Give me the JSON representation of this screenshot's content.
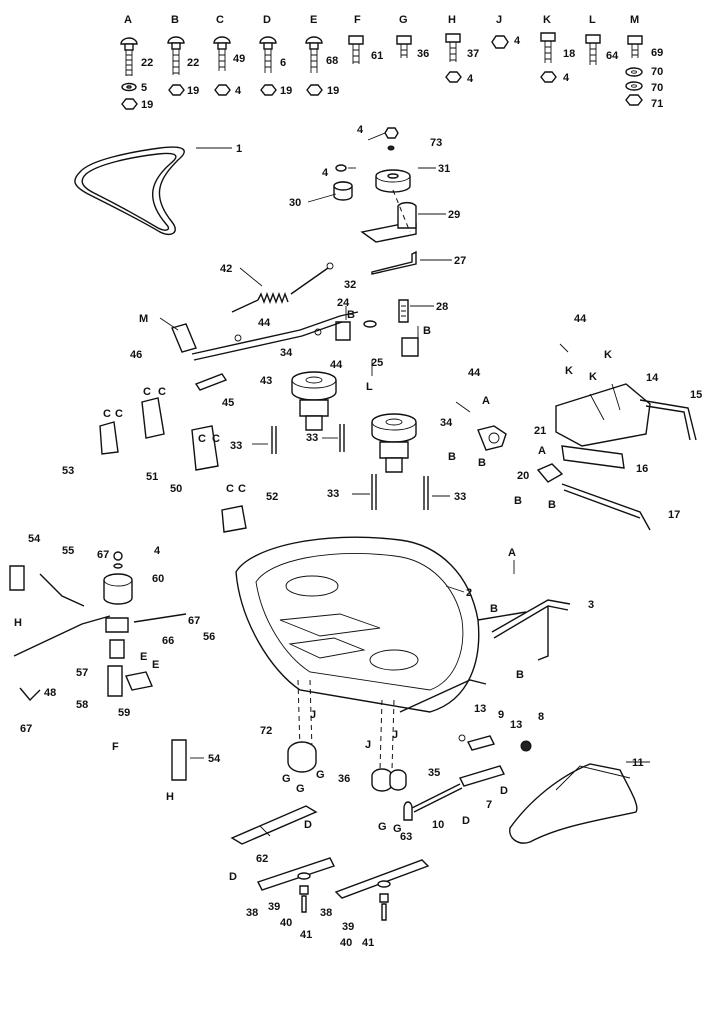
{
  "hardware_headers": [
    "A",
    "B",
    "C",
    "D",
    "E",
    "F",
    "G",
    "H",
    "J",
    "K",
    "L",
    "M"
  ],
  "hardware_numbers": {
    "A": [
      "22",
      "5",
      "19"
    ],
    "B": [
      "22",
      "19"
    ],
    "C": [
      "49",
      "4"
    ],
    "D": [
      "6",
      "19"
    ],
    "E": [
      "68",
      "19"
    ],
    "F": [
      "61"
    ],
    "G": [
      "36"
    ],
    "H": [
      "37",
      "4"
    ],
    "J": [
      "4"
    ],
    "K": [
      "18",
      "4"
    ],
    "L": [
      "64"
    ],
    "M": [
      "69",
      "70",
      "70",
      "71"
    ]
  },
  "callouts": {
    "c1": "1",
    "c4a": "4",
    "c73": "73",
    "c4b": "4",
    "c31": "31",
    "c30": "30",
    "c29": "29",
    "c27": "27",
    "c42": "42",
    "c32": "32",
    "c28": "28",
    "c24": "24",
    "cB1": "B",
    "cB2": "B",
    "c25": "25",
    "cL": "L",
    "cM": "M",
    "c44a": "44",
    "c46": "46",
    "c43": "43",
    "c44b": "44",
    "c34a": "34",
    "c45": "45",
    "c44c": "44",
    "cA1": "A",
    "c44d": "44",
    "cK1": "K",
    "cK2": "K",
    "cK3": "K",
    "c14": "14",
    "c15": "15",
    "c34b": "34",
    "c21": "21",
    "cB3": "B",
    "cB4": "B",
    "c53": "53",
    "c51": "51",
    "c50": "50",
    "cC1": "C",
    "cC2": "C",
    "cC3": "C",
    "cC4": "C",
    "cC5": "C",
    "cC6": "C",
    "c33a": "33",
    "c33b": "33",
    "c33c": "33",
    "c33d": "33",
    "c52": "52",
    "cC7": "C",
    "cC8": "C",
    "c20": "20",
    "cA2": "A",
    "c16": "16",
    "cB5": "B",
    "cB6": "B",
    "c17": "17",
    "c54a": "54",
    "c55": "55",
    "c67a": "67",
    "c4c": "4",
    "c60": "60",
    "c67b": "67",
    "c66": "66",
    "c56": "56",
    "cH1": "H",
    "c48": "48",
    "c57": "57",
    "c58": "58",
    "c59": "59",
    "cE1": "E",
    "cE2": "E",
    "c67c": "67",
    "cF": "F",
    "c2": "2",
    "cA3": "A",
    "cB7": "B",
    "c3": "3",
    "cB8": "B",
    "cJ1": "J",
    "cJ2": "J",
    "cJ3": "J",
    "c13a": "13",
    "c9": "9",
    "c13b": "13",
    "c8": "8",
    "c11": "11",
    "c72": "72",
    "c54b": "54",
    "cH2": "H",
    "cG1": "G",
    "cG2": "G",
    "cG3": "G",
    "c36": "36",
    "c35": "35",
    "cG4": "G",
    "cG5": "G",
    "c63": "63",
    "c10": "10",
    "cD1": "D",
    "c7": "7",
    "cD2": "D",
    "c62": "62",
    "cD3": "D",
    "cD4": "D",
    "c38a": "38",
    "c39a": "39",
    "c40a": "40",
    "c41a": "41",
    "c38b": "38",
    "c39b": "39",
    "c40b": "40",
    "c41b": "41"
  }
}
